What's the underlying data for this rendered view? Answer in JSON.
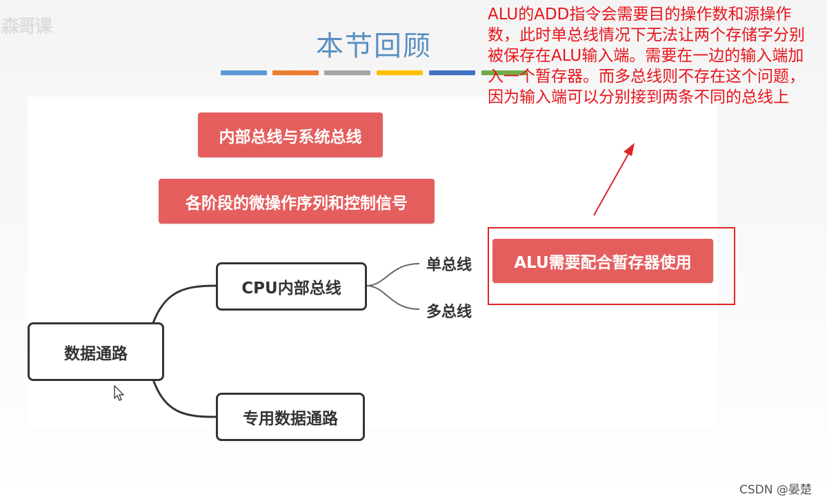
{
  "page": {
    "title": "本节回顾",
    "logo_text": "森哥课",
    "watermark": "CSDN @晏楚"
  },
  "title_bar_colors": [
    "#5b9bd5",
    "#ed7d31",
    "#a5a5a5",
    "#ffc000",
    "#4472c4",
    "#70ad47"
  ],
  "topics": [
    "内部总线与系统总线",
    "各阶段的微操作序列和控制信号"
  ],
  "mindmap": {
    "root": "数据通路",
    "cpu_bus": "CPU内部总线",
    "dedicated": "专用数据通路",
    "single_bus": "单总线",
    "multi_bus": "多总线",
    "alu_note": "ALU需要配合暂存器使用"
  },
  "annotation": {
    "text": "ALU的ADD指令会需要目的操作数和源操作数，此时单总线情况下无法让两个存储字分别被保存在ALU输入端。需要在一边的输入端加入一个暂存器。而多总线则不存在这个问题，因为输入端可以分别接到两条不同的总线上",
    "color": "#e8141b"
  },
  "colors": {
    "pill_red": "#e55e5e",
    "title_blue": "#5b8fc1",
    "box_red": "#e02424"
  }
}
